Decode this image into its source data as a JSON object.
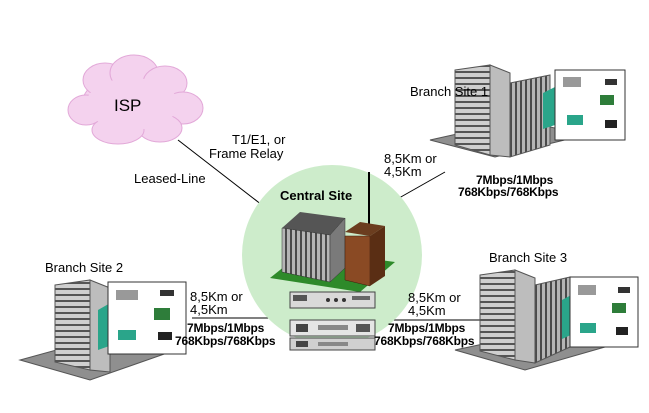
{
  "isp": {
    "label": "ISP"
  },
  "isp_link": {
    "line1": "T1/E1, or",
    "line2": "Frame Relay",
    "type": "Leased-Line"
  },
  "central": {
    "label": "Central Site"
  },
  "branch1": {
    "label": "Branch Site 1",
    "distance1": "8,5Km or",
    "distance2": "4,5Km",
    "speed1": "7Mbps/1Mbps",
    "speed2": "768Kbps/768Kbps"
  },
  "branch2": {
    "label": "Branch Site 2",
    "distance1": "8,5Km  or",
    "distance2": "4,5Km",
    "speed1": "7Mbps/1Mbps",
    "speed2": "768Kbps/768Kbps"
  },
  "branch3": {
    "label": "Branch Site 3",
    "distance1": "8,5Km  or",
    "distance2": "4,5Km",
    "speed1": "7Mbps/1Mbps",
    "speed2": "768Kbps/768Kbps"
  },
  "colors": {
    "cloud": "#f4d2ee",
    "central_halo": "#cdeccb",
    "building": "#9a9a9a",
    "accent": "#2aa58a",
    "line": "#000000"
  }
}
